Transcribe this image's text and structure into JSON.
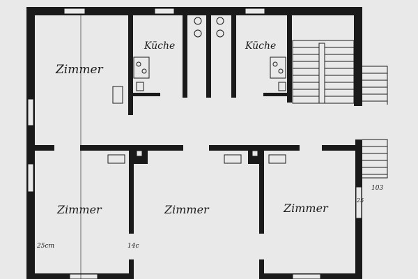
{
  "rooms": {
    "zimmer_top_left": "Zimmer",
    "kueche_left": "Küche",
    "kueche_right": "Küche",
    "zimmer_bottom_left": "Zimmer",
    "zimmer_bottom_middle": "Zimmer",
    "zimmer_bottom_right": "Zimmer"
  },
  "dimensions": {
    "outer_wall": "25cm",
    "inner_wall": "14c",
    "stair_height": "103",
    "right_wall": "25"
  },
  "colors": {
    "paper": "#e9e9e9",
    "ink": "#1a1a1a"
  }
}
